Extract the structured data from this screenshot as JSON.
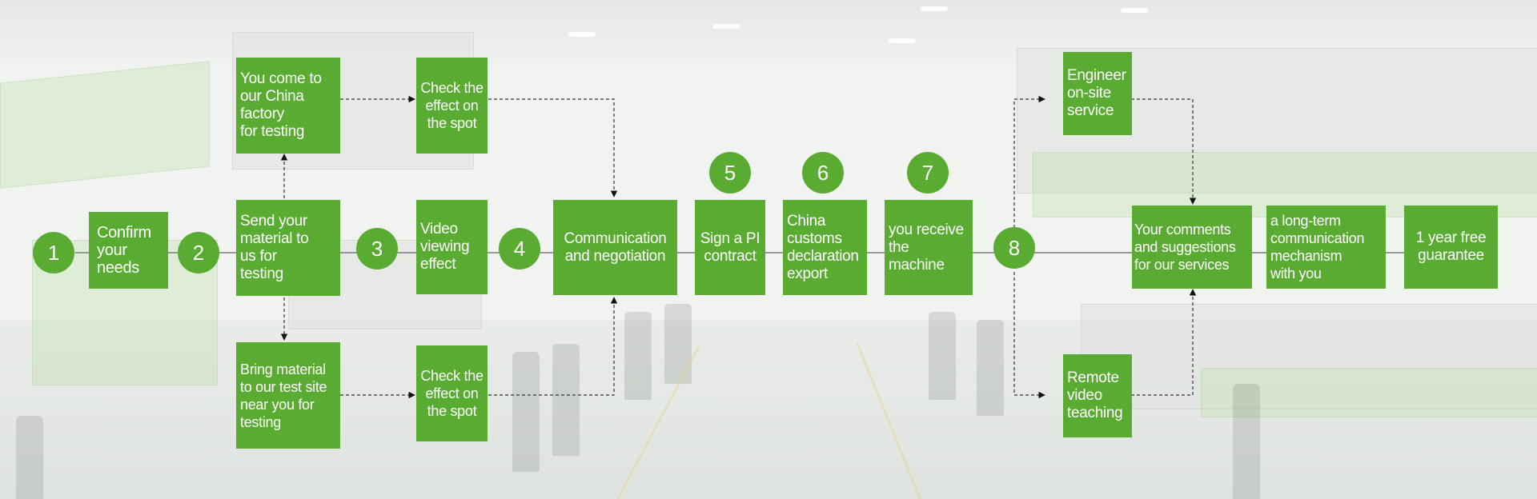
{
  "colors": {
    "node_fill": "#5aab32",
    "node_text": "#ffffff",
    "connector": "#555555",
    "arrow": "#111111"
  },
  "steps": [
    "1",
    "2",
    "3",
    "4",
    "5",
    "6",
    "7",
    "8"
  ],
  "boxes": {
    "confirm_needs": "Confirm\nyour\nneeds",
    "send_material": "Send your\nmaterial to\nus for\ntesting",
    "come_to_factory": "You come to\nour China\nfactory\nfor testing",
    "bring_material": "Bring material\nto our test site\nnear you for\ntesting",
    "check_effect_top": "Check the\neffect on\nthe spot",
    "video_viewing": "Video\nviewing\neffect",
    "check_effect_bottom": "Check the\neffect on\nthe spot",
    "communication": "Communication\nand negotiation",
    "sign_pi": "Sign a PI\ncontract",
    "customs": "China\ncustoms\ndeclaration\nexport",
    "receive_machine": "you receive\nthe\nmachine",
    "engineer_service": "Engineer\non-site\nservice",
    "remote_teaching": "Remote\nvideo\nteaching",
    "comments": "Your comments\nand suggestions\nfor our services",
    "long_term": "a long-term\ncommunication\nmechanism\nwith you",
    "guarantee": "1 year free\nguarantee"
  }
}
